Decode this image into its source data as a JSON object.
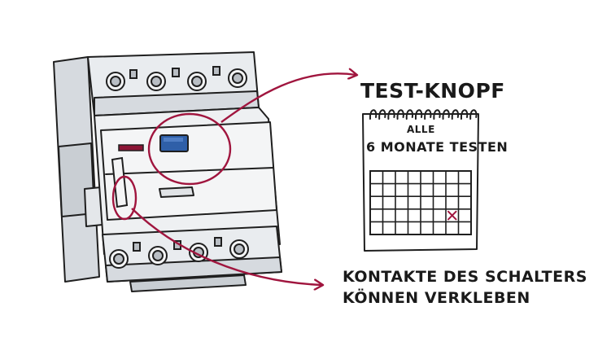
{
  "title": "TEST-KNOPF",
  "calendar": {
    "line1": "ALLE",
    "line2": "6 MONATE TESTEN",
    "rows": 5,
    "cols": 8,
    "marked_cell": {
      "row": 3,
      "col": 6
    }
  },
  "contacts_label": {
    "line1": "KONTAKTE DES SCHALTERS",
    "line2": "KÖNNEN VERKLEBEN"
  },
  "colors": {
    "accent": "#a0153e",
    "test_button": "#2f5fa8",
    "indicator": "#8c1536",
    "ink": "#1f1f1f",
    "device_light": "#e9ecef",
    "device_mid": "#d6dadf",
    "device_dark": "#b9bec4"
  },
  "icons": [
    "rcd-breaker-illustration",
    "calendar-icon",
    "arrow-icon"
  ]
}
